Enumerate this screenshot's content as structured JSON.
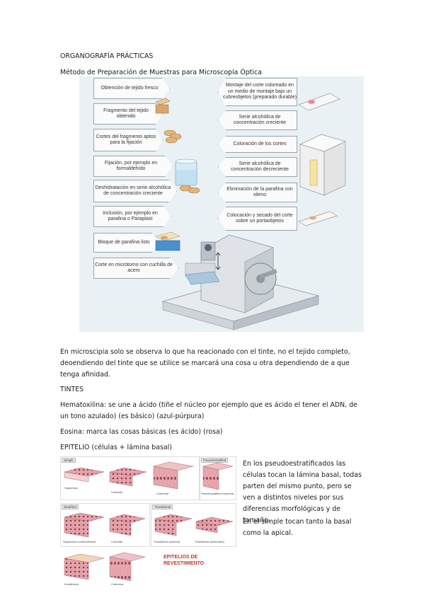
{
  "header": {
    "title": "ORGANOGRAFÍA PRÁCTICAS"
  },
  "section1": {
    "title": "Método de Preparación de Muestras para Microscopía Óptica"
  },
  "prep_figure": {
    "left_steps": [
      "Obtención de tejido fresco",
      "Fragmento del tejido obtenido",
      "Cortes del fragmento aptos para la fijación",
      "Fijación, por ejemplo en formaldehído",
      "Deshidratación en serie alcohólica de concentración creciente",
      "Inclusión, por ejemplo en parafina o Paraplast",
      "Bloque de parafina listo",
      "Corte en micrótomo con cuchilla de acero"
    ],
    "right_steps": [
      "Montaje del corte coloreado en un medio de montaje bajo un cubreobjetos (preparado durable)",
      "Serie alcohólica de concentración creciente",
      "Coloración de los cortes",
      "Serie alcohólica de concentración decreciente",
      "Eliminación de la parafina con xileno",
      "Colocación y secado del corte sobre un portaobjetos"
    ]
  },
  "paragraphs": {
    "p1": "En microscipia solo se observa lo que ha reacionado con el tinte, no el tejido completo, deoendiendo del tinte que se utilice se marcará una cosa u otra dependiendo de a que tenga afinidad.",
    "tintes": "TINTES",
    "hematoxilina": "Hematoxilina: se une a ácido (tiñe el núcleo por ejemplo que es ácido el tener el ADN, de un tono azulado) (es básico) (azul-púrpura)",
    "eosina": "Eosina: marca las cosas básicas (es ácido) (rosa)",
    "epitelio": "EPITELIO (células + lámina basal)",
    "side1": "En los pseudoestratificados las células tocan la lámina basal, todas parten del mismo punto, pero se ven a distintos niveles por sus diferencias morfológicas y de tamaño.",
    "side2": "En el simple tocan tanto la basal como la apical."
  },
  "epi_figure": {
    "group_labels": [
      "Simple",
      "Pseudostratified",
      "Stratified",
      "Transitional"
    ],
    "tissue_labels": [
      "Squamous",
      "Cuboidal",
      "Columnar",
      "Pseudostratified columnar",
      "Squamous nonkeratinized",
      "Cuboidal",
      "Transitional (relaxed)",
      "Transitional (distended)",
      "Keratinized",
      "Columnar"
    ],
    "caption": "EPITELIOS DE REVESTIMIENTO"
  },
  "colors": {
    "figure_bg": "#e9f1f4",
    "caption_red": "#c0392b",
    "tissue_pink": "#e7a6ad",
    "nucleus": "#8a3a4a"
  }
}
